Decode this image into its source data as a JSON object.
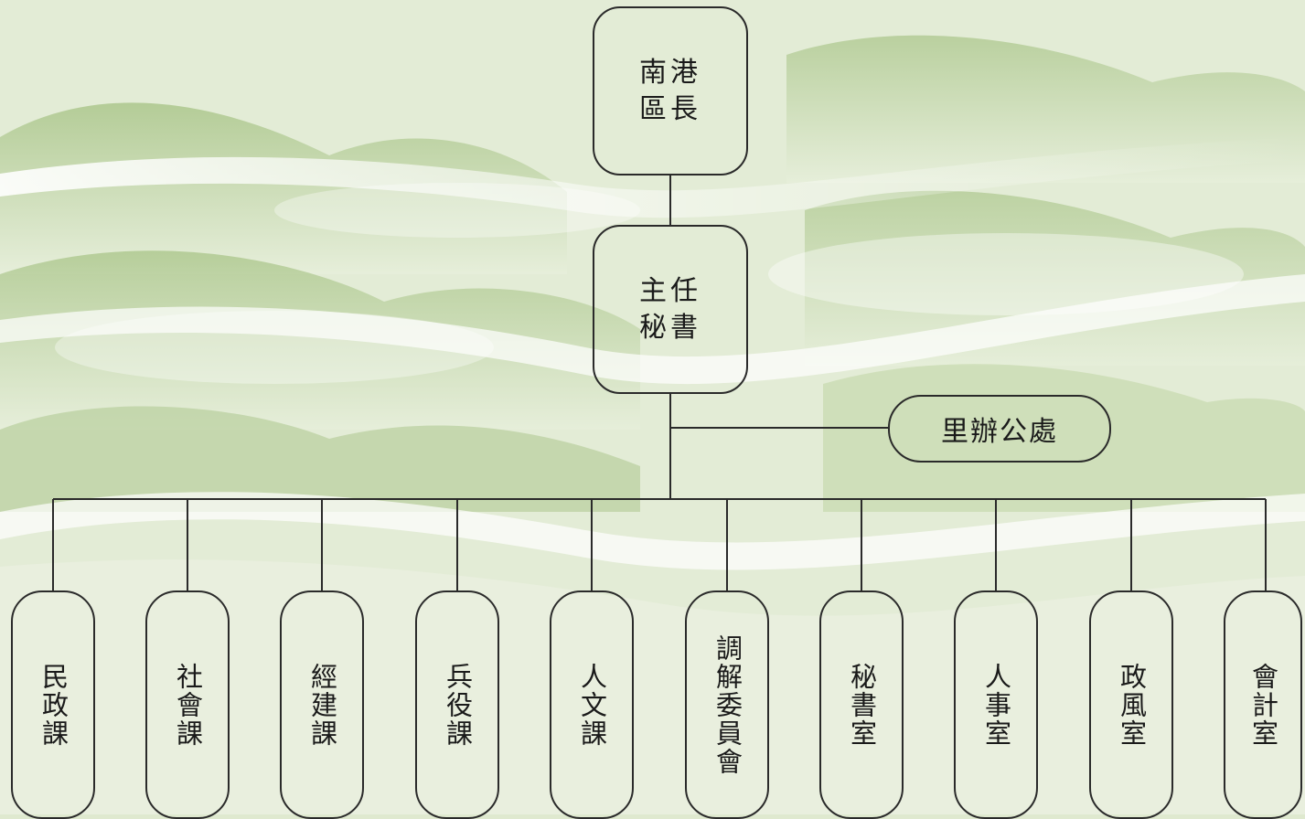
{
  "chief": {
    "label": "南港\n區長"
  },
  "secretary": {
    "label": "主任\n秘書"
  },
  "side_office": {
    "label": "里辦公處"
  },
  "units": [
    {
      "label": "民政課"
    },
    {
      "label": "社會課"
    },
    {
      "label": "經建課"
    },
    {
      "label": "兵役課"
    },
    {
      "label": "人文課"
    },
    {
      "label": "調解委員會"
    },
    {
      "label": "秘書室"
    },
    {
      "label": "人事室"
    },
    {
      "label": "政風室"
    },
    {
      "label": "會計室"
    }
  ],
  "colors": {
    "background": "#dfe9cf",
    "cloud_dark": "#9fbd7e",
    "cloud_light": "#ffffff",
    "line": "#2a2a2a"
  }
}
